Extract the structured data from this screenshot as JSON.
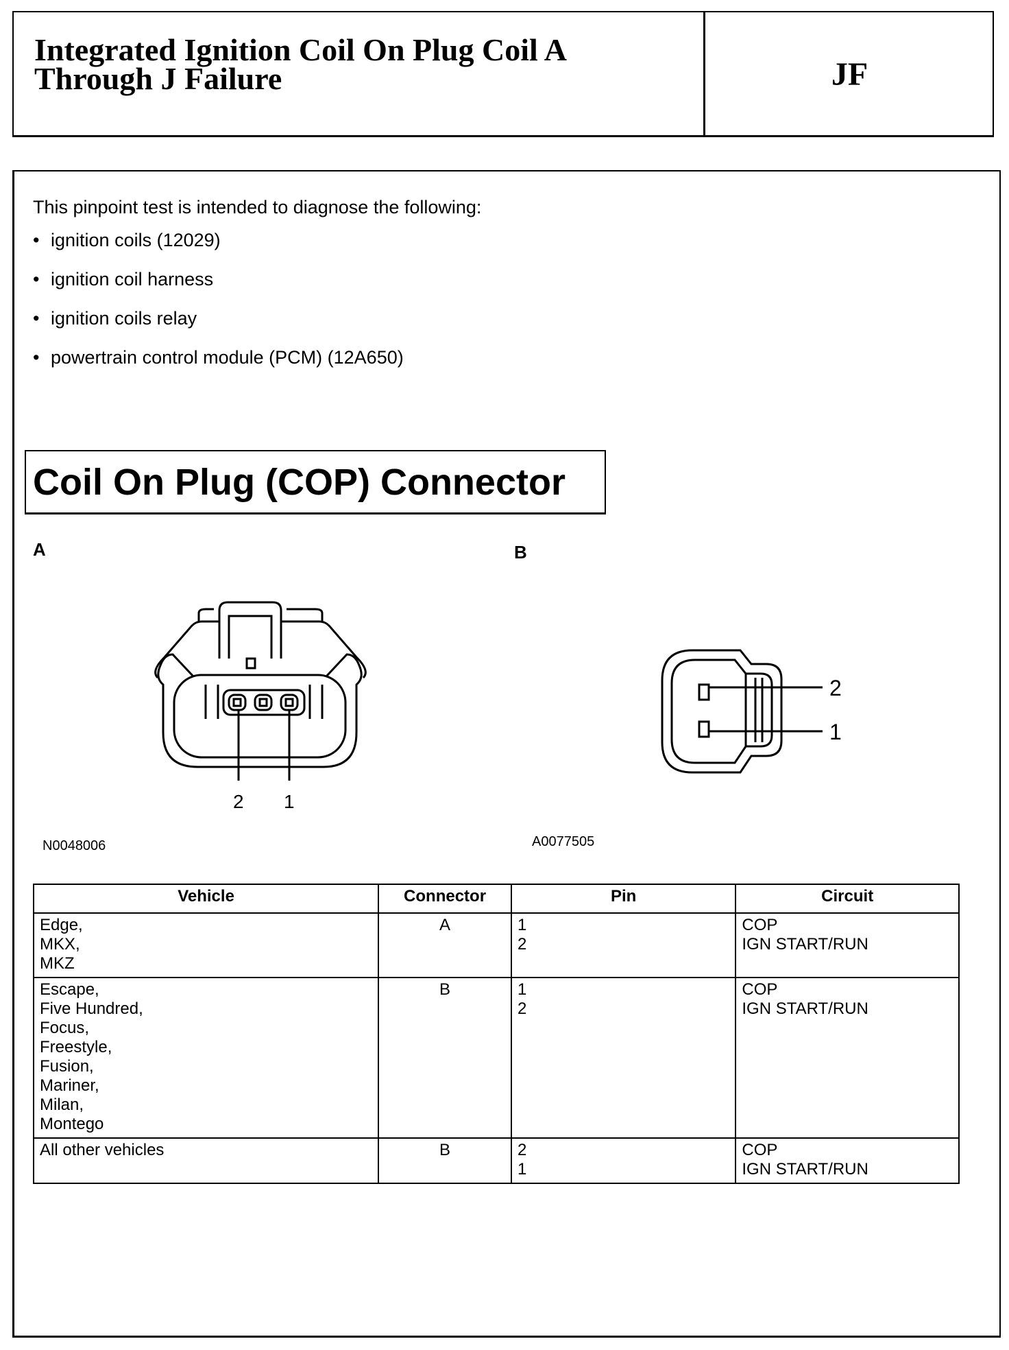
{
  "header": {
    "title": "Integrated Ignition Coil On Plug Coil A Through J Failure",
    "code": "JF"
  },
  "intro": {
    "text": "This pinpoint test is intended to diagnose the following:",
    "items": [
      "ignition coils (12029)",
      "ignition coil harness",
      "ignition coils relay",
      "powertrain control module (PCM) (12A650)"
    ]
  },
  "section": {
    "title": "Coil On Plug (COP) Connector"
  },
  "figures": {
    "a": {
      "label": "A",
      "pin_left": "2",
      "pin_right": "1",
      "id": "N0048006"
    },
    "b": {
      "label": "B",
      "pin_top": "2",
      "pin_bottom": "1",
      "id": "A0077505"
    }
  },
  "table": {
    "headers": [
      "Vehicle",
      "Connector",
      "Pin",
      "Circuit"
    ],
    "rows": [
      {
        "vehicles": [
          "Edge,",
          "MKX,",
          "MKZ"
        ],
        "connector": "A",
        "pins": [
          "1",
          "2"
        ],
        "circuits": [
          "COP",
          "IGN START/RUN"
        ]
      },
      {
        "vehicles": [
          "Escape,",
          "Five Hundred,",
          "Focus,",
          "Freestyle,",
          "Fusion,",
          "Mariner,",
          "Milan,",
          "Montego"
        ],
        "connector": "B",
        "pins": [
          "1",
          "2"
        ],
        "circuits": [
          "COP",
          "IGN START/RUN"
        ]
      },
      {
        "vehicles": [
          "All other vehicles"
        ],
        "connector": "B",
        "pins": [
          "2",
          "1"
        ],
        "circuits": [
          "COP",
          "IGN START/RUN"
        ]
      }
    ]
  }
}
